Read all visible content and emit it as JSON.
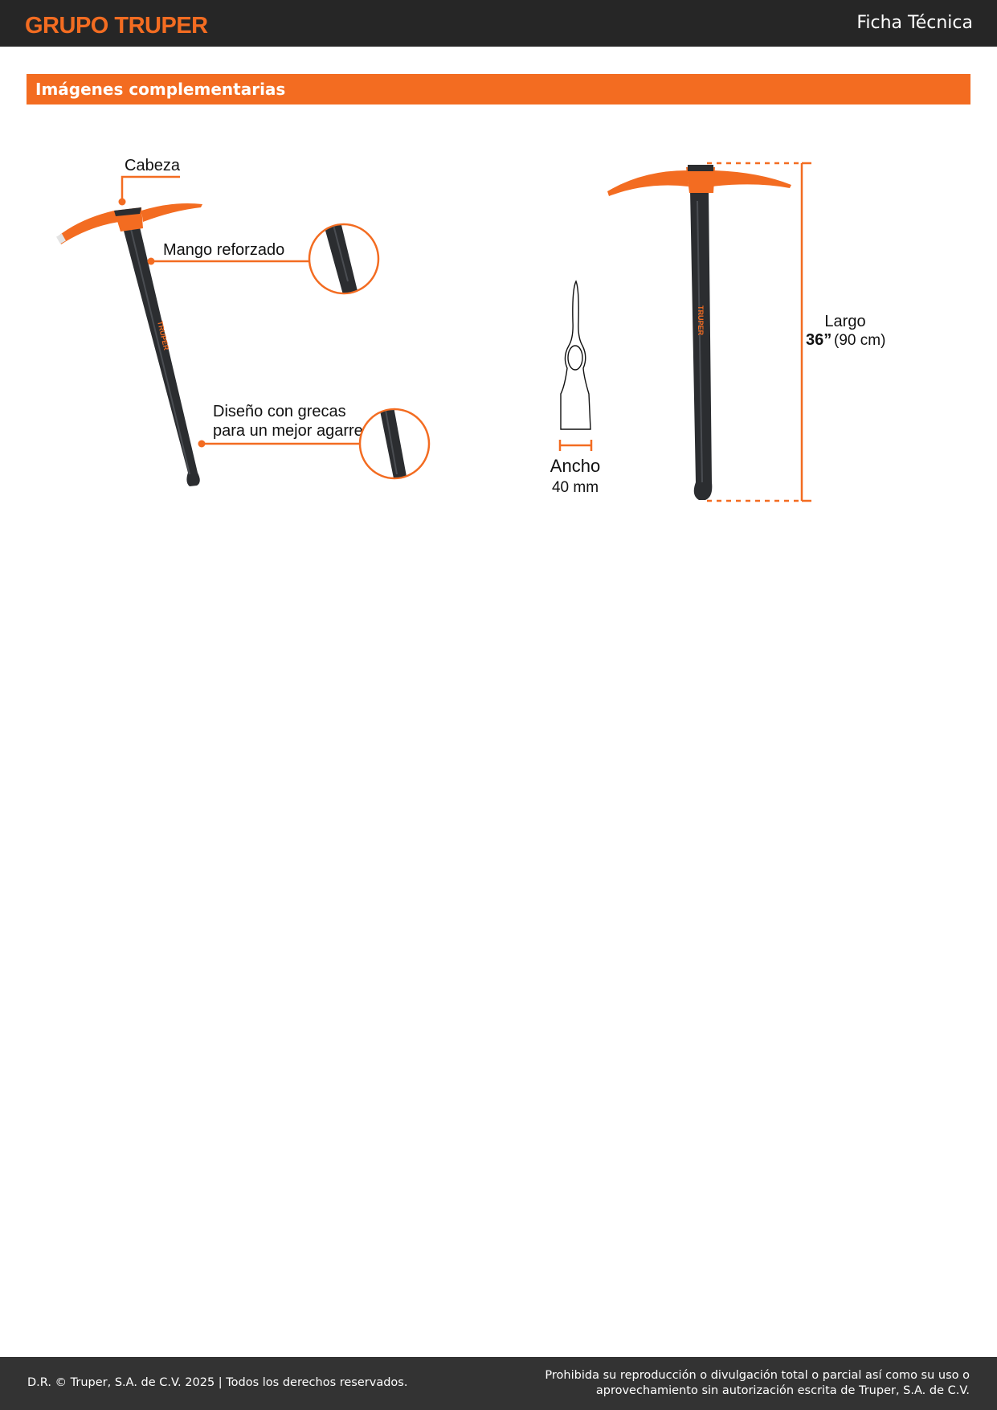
{
  "header": {
    "brand": "GRUPO TRUPER",
    "doc_type": "Ficha Técnica"
  },
  "section": {
    "title": "Imágenes complementarias"
  },
  "callouts": {
    "head": "Cabeza",
    "handle": "Mango reforzado",
    "grip_line1": "Diseño con grecas",
    "grip_line2": "para un mejor agarre"
  },
  "dimensions": {
    "width_label": "Ancho",
    "width_value": "40 mm",
    "length_label": "Largo",
    "length_value_in": "36”",
    "length_value_cm": "(90 cm)"
  },
  "handle_print": "TRUPER",
  "footer": {
    "left": "D.R. © Truper, S.A. de C.V. 2025 | Todos los derechos reservados.",
    "right_line1": "Prohibida su reproducción o divulgación total o parcial así como su uso o",
    "right_line2": "aprovechamiento sin autorización escrita de Truper, S.A. de C.V."
  },
  "colors": {
    "brand_orange": "#f36c21",
    "header_dark": "#262626",
    "footer_dark": "#333333",
    "handle_black": "#2b2d30"
  }
}
